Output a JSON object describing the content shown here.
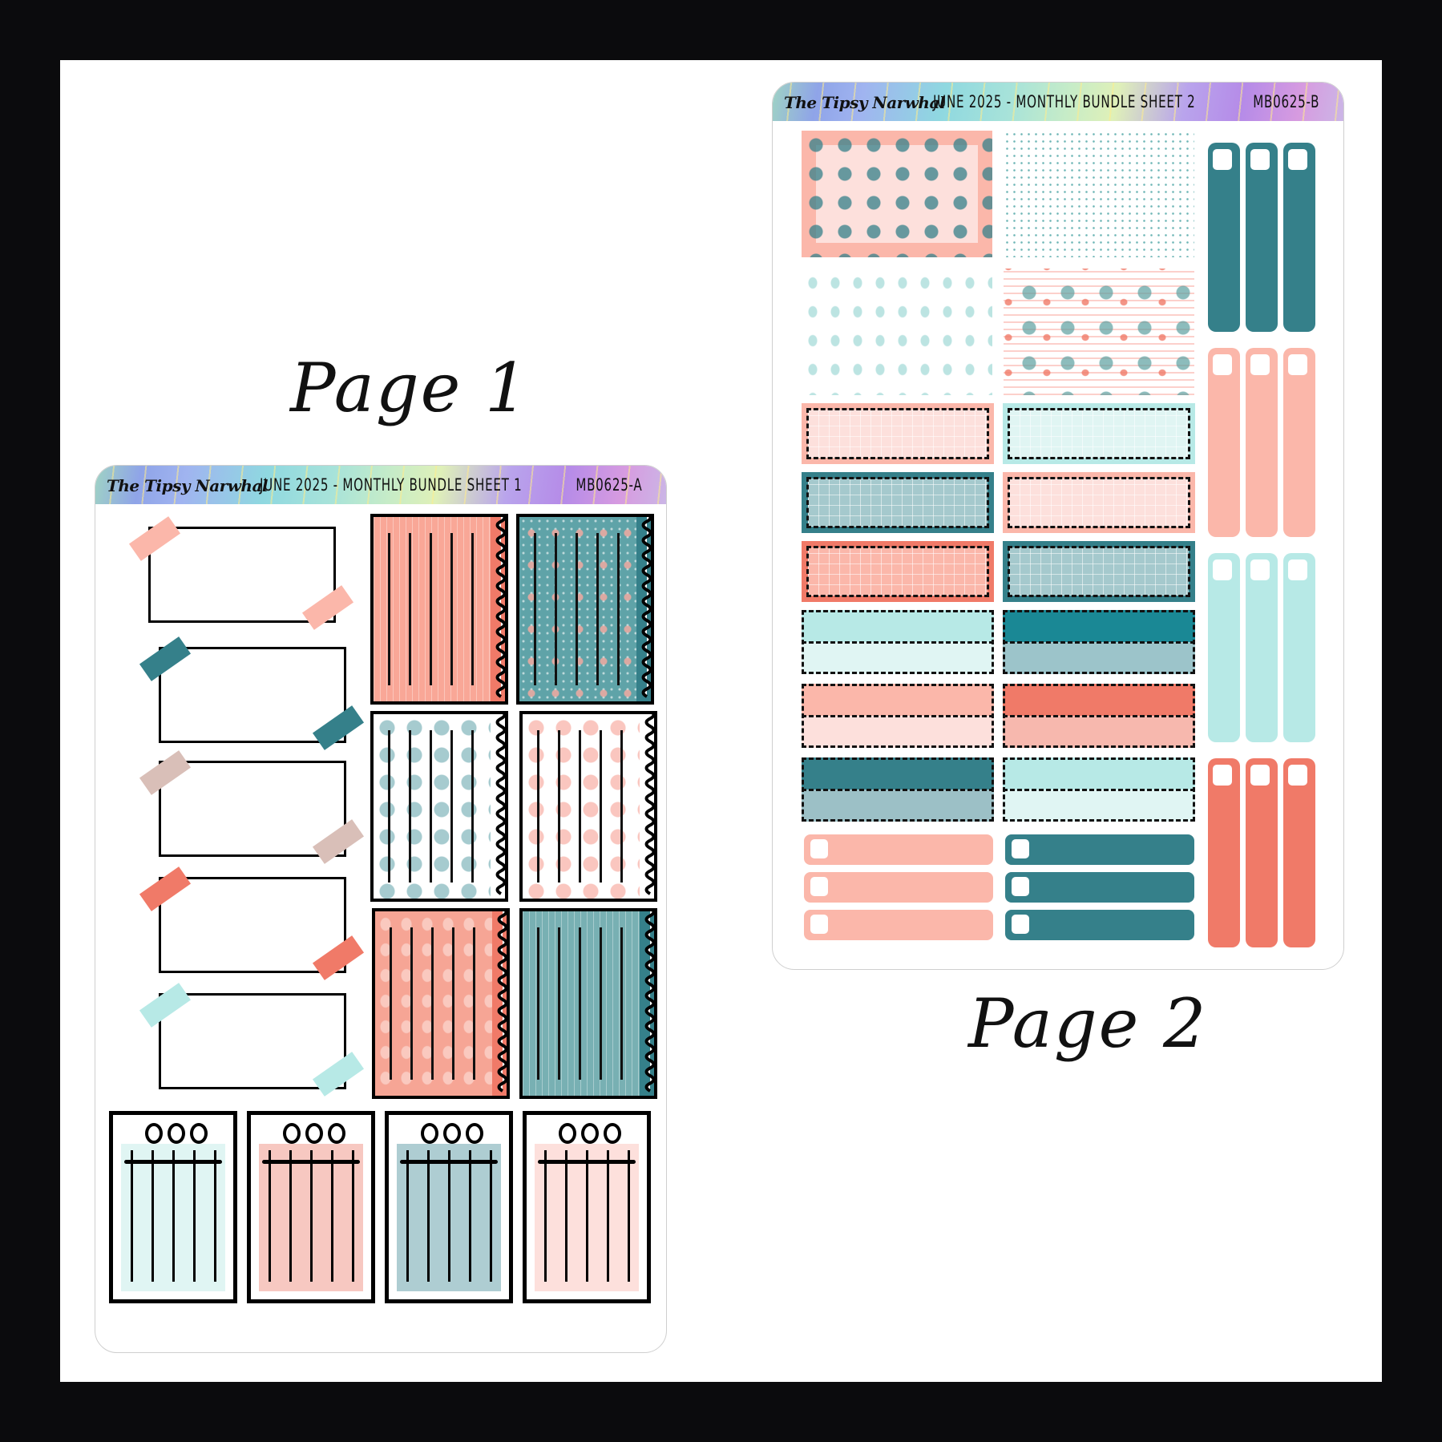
{
  "labels": {
    "page1": "Page 1",
    "page2": "Page 2"
  },
  "sheets": [
    {
      "brand": "The Tipsy Narwhal",
      "title": "JUNE 2025 - MONTHLY BUNDLE SHEET 1",
      "code": "MB0625-A"
    },
    {
      "brand": "The Tipsy Narwhal",
      "title": "JUNE 2025 - MONTHLY BUNDLE SHEET 2",
      "code": "MB0625-B"
    }
  ],
  "colors": {
    "teal": "#35808a",
    "teal_dark": "#1a8895",
    "teal_light": "#b7e9e6",
    "teal_pale": "#e0f5f3",
    "teal_gray": "#9cc4ca",
    "coral": "#f07a68",
    "peach": "#fbb7aa",
    "peach_light": "#fde0dc",
    "blush": "#f7c8c1",
    "taupe": "#d9bfb8"
  },
  "page1": {
    "notes_tape_colors": [
      "#fbb7aa",
      "#35808a",
      "#d9bfb8",
      "#f07a68",
      "#b7e9e6"
    ],
    "wavy_boxes": [
      {
        "pattern": "coral-stripes",
        "fill": "#f9a797",
        "edge": "#f07a68"
      },
      {
        "pattern": "teal-flamingo",
        "fill": "#5fa3a8",
        "edge": "#35808a"
      },
      {
        "pattern": "teal-leaves",
        "fill": "#ffffff",
        "edge": "#ffffff"
      },
      {
        "pattern": "peach-leaves",
        "fill": "#ffffff",
        "edge": "#ffffff"
      },
      {
        "pattern": "coral-pineapple",
        "fill": "#f6a595",
        "edge": "#f07a68"
      },
      {
        "pattern": "teal-stripes",
        "fill": "#78b0b3",
        "edge": "#35808a"
      }
    ],
    "notepads": [
      "#e0f5f3",
      "#f7c8c1",
      "#aecdd2",
      "#fde0dc"
    ]
  },
  "page2": {
    "patterns": [
      "leaf-frame",
      "dots",
      "pineapple",
      "flamingo"
    ],
    "dashed_boxes": [
      {
        "outer": "#fbb7aa",
        "inner": "#fde0dc"
      },
      {
        "outer": "#b7e9e6",
        "inner": "#e0f5f3"
      },
      {
        "outer": "#35808a",
        "inner": "#a5c9cd"
      },
      {
        "outer": "#fbb7aa",
        "inner": "#fde0dc"
      },
      {
        "outer": "#f07a68",
        "inner": "#fbb7aa"
      },
      {
        "outer": "#35808a",
        "inner": "#a5c9cd"
      }
    ],
    "two_tone": [
      {
        "top": "#b7e9e6",
        "bottom": "#e0f5f3"
      },
      {
        "top": "#1a8895",
        "bottom": "#9cc4ca"
      },
      {
        "top": "#fbb7aa",
        "bottom": "#fde0dc"
      },
      {
        "top": "#f07a68",
        "bottom": "#f7b8ae"
      },
      {
        "top": "#35808a",
        "bottom": "#9cc0c6"
      },
      {
        "top": "#b7e9e6",
        "bottom": "#e0f5f3"
      }
    ],
    "checkbox_strips": [
      "#fbb7aa",
      "#35808a"
    ],
    "vertical_strips": [
      "#35808a",
      "#fbb7aa",
      "#b7e9e6",
      "#f07a68"
    ]
  }
}
